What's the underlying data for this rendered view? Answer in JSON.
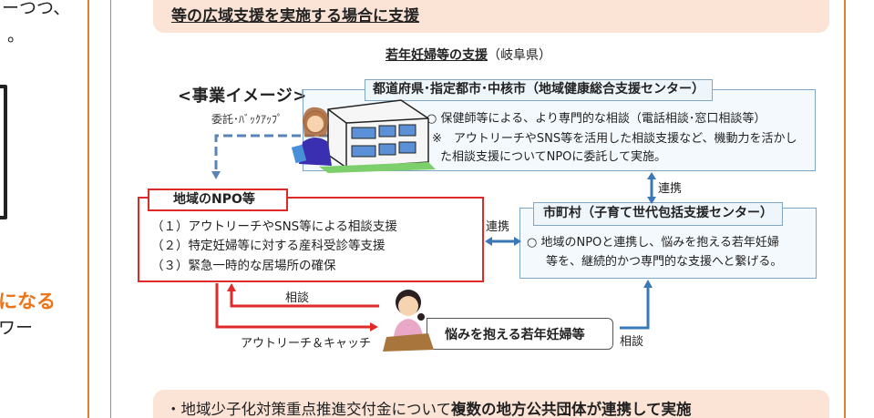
{
  "left_column": {
    "text_line_1": "ーつつ、",
    "text_line_2": "。",
    "text_highlight": "になる",
    "text_line_4": "ワー"
  },
  "top_banner": {
    "text": "等の広域支援を実施する場合に支援"
  },
  "figure": {
    "title_main": "若年妊婦等の支援",
    "title_sub": "（岐阜県）",
    "section_label": "<事業イメージ>",
    "itaku_label": "委託･ﾊﾞｯｸｱｯﾌﾟ",
    "prefecture": {
      "header": "都道府県･指定都市･中核市（地域健康総合支援センター）",
      "line1": "○ 保健師等による、より専門的な相談（電話相談･窓口相談等）",
      "line2": "※　アウトリーチやSNS等を活用した相談支援など、機動力を活かし",
      "line3": "た相談支援についてNPOに委託して実施。"
    },
    "npo": {
      "header": "地域のNPO等",
      "items": [
        "（１）アウトリーチやSNS等による相談支援",
        "（２）特定妊婦等に対する産科受診等支援",
        "（３）緊急一時的な居場所の確保"
      ]
    },
    "municipality": {
      "header": "市町村（子育て世代包括支援センター）",
      "line1": "○ 地域のNPOと連携し、悩みを抱える若年妊婦",
      "line2": "等を、継続的かつ専門的な支援へと繋げる。"
    },
    "renkei_vertical": "連携",
    "renkei_horizontal": "連携",
    "youth": {
      "label": "悩みを抱える若年妊婦等"
    },
    "arrow_sodan_red": "相談",
    "arrow_outreach": "アウトリーチ＆キャッチ",
    "arrow_sodan_blue": "相談"
  },
  "bottom_banner": {
    "prefix": "・地域少子化対策重点推進交付金について",
    "bold": "複数の地方公共団体が連携して実施"
  },
  "colors": {
    "accent_orange": "#ee7314",
    "border_orange": "#d9822b",
    "banner_bg": "#fbe4d6",
    "npo_red": "#e02a2a",
    "box_blue": "#7fa6c4",
    "arrow_blue": "#3a78b8"
  },
  "icons": {
    "illustration_building": "building-with-staff-illustration",
    "illustration_girl": "worried-young-woman-illustration"
  }
}
